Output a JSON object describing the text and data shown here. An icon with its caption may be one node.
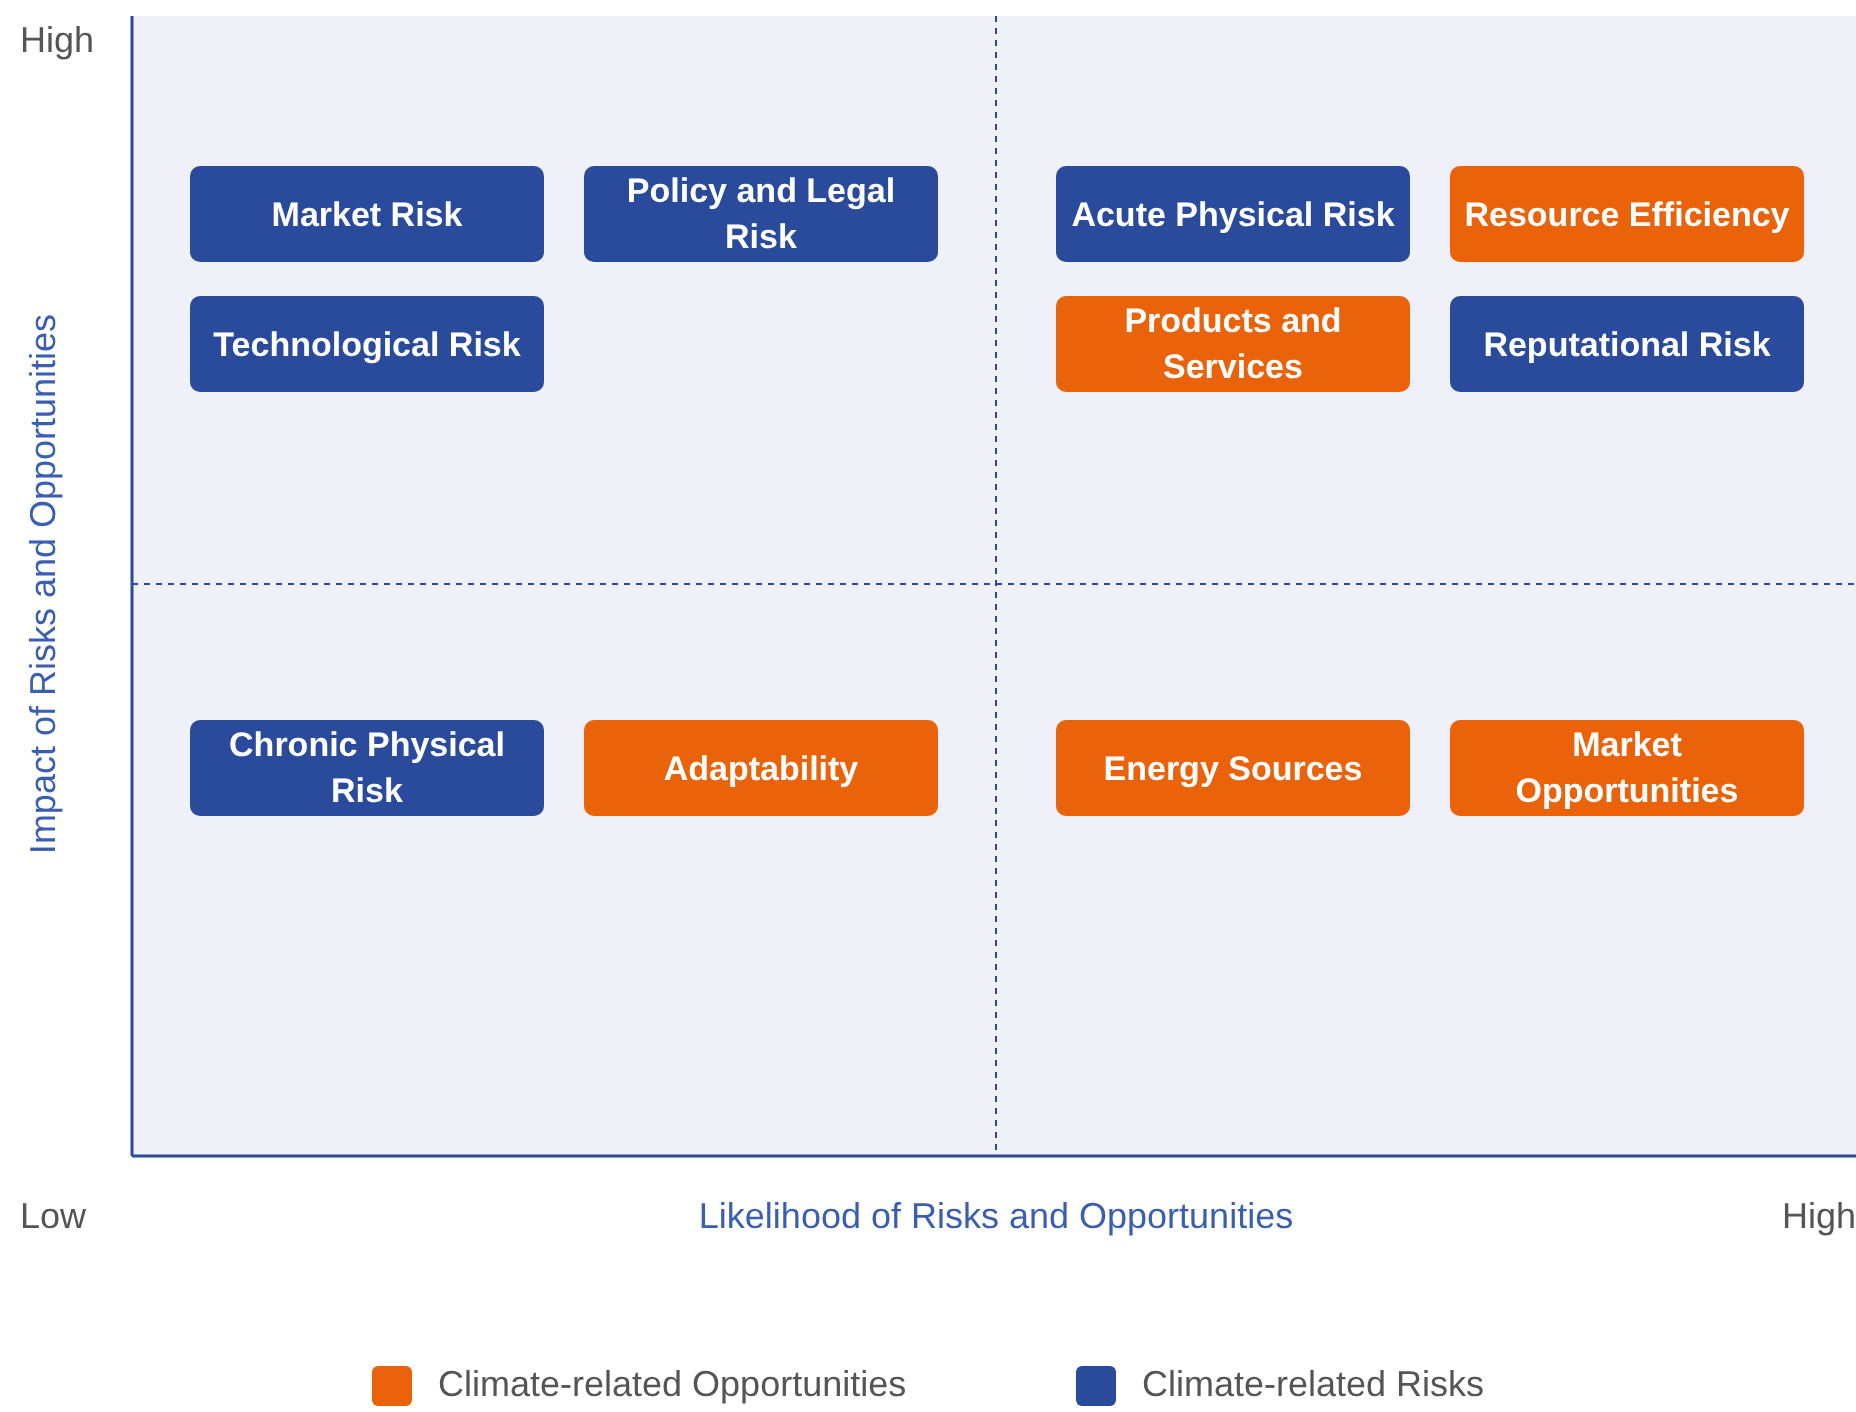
{
  "diagram": {
    "nodes": [
      {
        "text": [
          "Market Risk"
        ]
      },
      {
        "text": [
          "Policy and Legal Risk"
        ]
      },
      {
        "text": [
          "Acute Physical Risk"
        ]
      },
      {
        "text": [
          "Resource Efficiency"
        ]
      },
      {
        "text": [
          "Technological Risk"
        ]
      },
      {
        "text": [
          "Products and Services"
        ]
      },
      {
        "text": [
          "Reputational Risk"
        ]
      },
      {
        "text": [
          "Chronic Physical Risk"
        ]
      },
      {
        "text": [
          "Adaptability"
        ]
      },
      {
        "text": [
          "Energy Sources"
        ]
      },
      {
        "text": [
          "Market Opportunities"
        ]
      }
    ],
    "edges": [],
    "labels": [
      "High",
      "Impact of Risks and Opportunities",
      "Low",
      "Likelihood of Risks and Opportunities",
      "High"
    ],
    "legend": [
      {
        "text": "Climate-related Opportunities",
        "color": "#ea6209"
      },
      {
        "text": "Climate-related Risks",
        "color": "#2a4b9b"
      }
    ]
  }
}
